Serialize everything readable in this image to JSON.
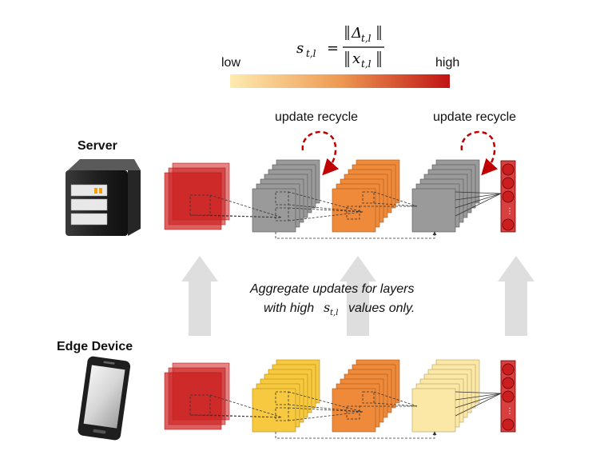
{
  "formula": {
    "lhs_symbol": "s",
    "lhs_subscript": "t,l",
    "equals": "=",
    "numerator_symbol": "Δ",
    "numerator_subscript": "t,l",
    "denominator_symbol": "x",
    "denominator_subscript": "t,l"
  },
  "scale": {
    "low_label": "low",
    "high_label": "high",
    "colors": {
      "low": "#fce79a",
      "high": "#c01414"
    }
  },
  "server": {
    "label": "Server"
  },
  "edge": {
    "label": "Edge Device"
  },
  "recycle_labels": [
    "update recycle",
    "update recycle"
  ],
  "aggregate_note": {
    "line1": "Aggregate updates for layers",
    "line2_prefix": "with high",
    "line2_symbol": "s",
    "line2_subscript": "t,l",
    "line2_suffix": "values only."
  },
  "colors": {
    "input_red": "#cc1e1e",
    "server_gray": "#9a9a9a",
    "server_orange": "#ef8a3a",
    "edge_yellow": "#f7c940",
    "edge_orange": "#ef8a3a",
    "edge_pale": "#fbe7a6",
    "arrow_gray": "#dedede",
    "recycle_red": "#c00000"
  }
}
